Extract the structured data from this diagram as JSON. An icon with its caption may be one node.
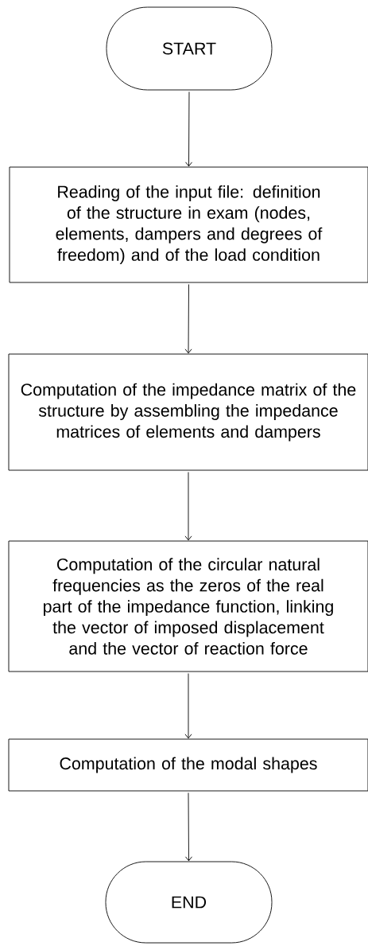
{
  "diagram": {
    "nodes": [
      {
        "text": [
          "START"
        ]
      },
      {
        "text": [
          "Reading of the input file: definition of the structure in exam (nodes, elements, dampers and degrees of freedom) and of the load condition"
        ]
      },
      {
        "text": [
          "Computation of the impedance matrix of the structure by assembling the impedance matrices of elements and dampers"
        ]
      },
      {
        "text": [
          "Computation of the circular natural frequencies as the zeros of the real part of the impedance function, linking the vector of imposed displacement and the vector of reaction force"
        ]
      },
      {
        "text": [
          "Computation of the modal shapes"
        ]
      },
      {
        "text": [
          "END"
        ]
      }
    ],
    "edges": [
      {
        "from": 0,
        "to": 1,
        "arrow": "to"
      },
      {
        "from": 1,
        "to": 2,
        "arrow": "to"
      },
      {
        "from": 2,
        "to": 3,
        "arrow": "to"
      },
      {
        "from": 3,
        "to": 4,
        "arrow": "to"
      },
      {
        "from": 4,
        "to": 5,
        "arrow": "to"
      }
    ]
  }
}
